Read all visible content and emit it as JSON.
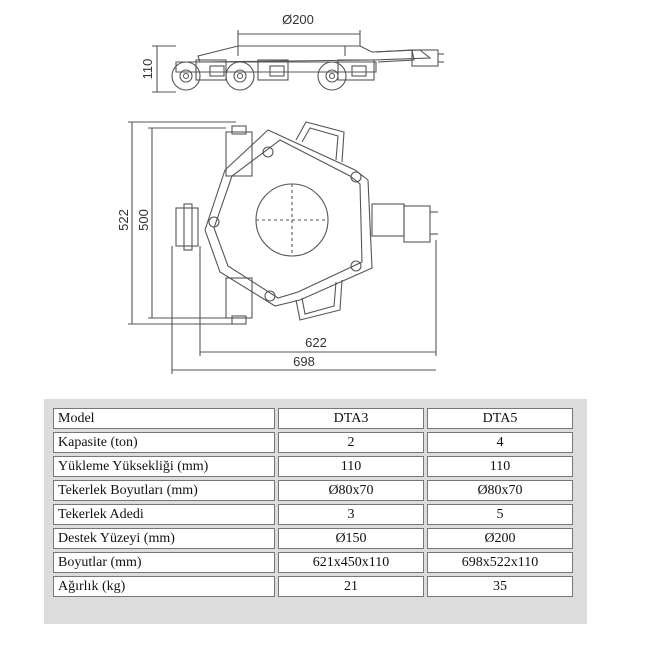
{
  "drawing": {
    "dims": {
      "top_diameter": "Ø200",
      "side_height": "110",
      "plan_height_outer": "522",
      "plan_height_inner": "500",
      "plan_width_inner": "622",
      "plan_width_outer": "698"
    }
  },
  "spec_table": {
    "rows": [
      [
        "Model",
        "DTA3",
        "DTA5"
      ],
      [
        "Kapasite (ton)",
        "2",
        "4"
      ],
      [
        "Yükleme Yüksekliği (mm)",
        "110",
        "110"
      ],
      [
        "Tekerlek Boyutları (mm)",
        "Ø80x70",
        "Ø80x70"
      ],
      [
        "Tekerlek Adedi",
        "3",
        "5"
      ],
      [
        "Destek Yüzeyi (mm)",
        "Ø150",
        "Ø200"
      ],
      [
        "Boyutlar (mm)",
        "621x450x110",
        "698x522x110"
      ],
      [
        "Ağırlık (kg)",
        "21",
        "35"
      ]
    ]
  }
}
